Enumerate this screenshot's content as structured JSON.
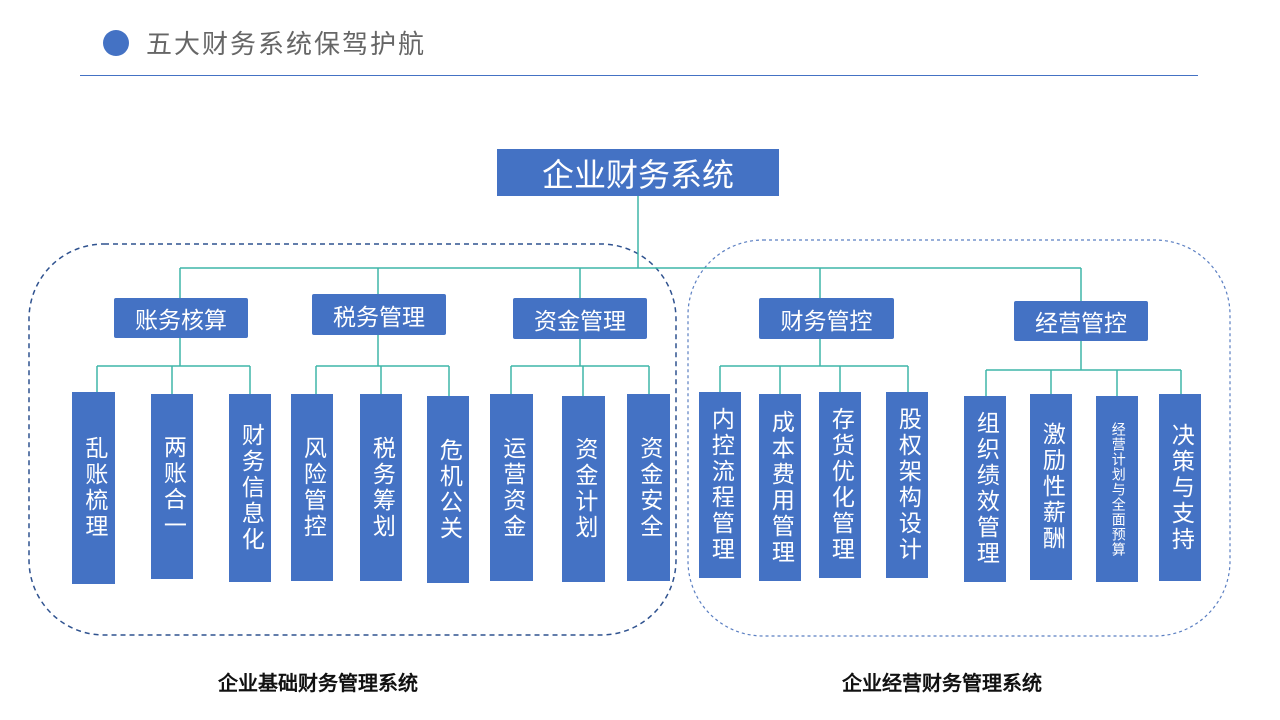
{
  "header": {
    "title": "五大财务系统保驾护航"
  },
  "diagram": {
    "root": "企业财务系统",
    "groups": [
      {
        "label": "企业基础财务管理系统",
        "categories": [
          {
            "label": "账务核算",
            "items": [
              "乱账梳理",
              "两账合一",
              "财务信息化"
            ]
          },
          {
            "label": "税务管理",
            "items": [
              "风险管控",
              "税务筹划",
              "危机公关"
            ]
          },
          {
            "label": "资金管理",
            "items": [
              "运营资金",
              "资金计划",
              "资金安全"
            ]
          }
        ]
      },
      {
        "label": "企业经营财务管理系统",
        "categories": [
          {
            "label": "财务管控",
            "items": [
              "内控流程管理",
              "成本费用管理",
              "存货优化管理",
              "股权架构设计"
            ]
          },
          {
            "label": "经营管控",
            "items": [
              "组织绩效管理",
              "激励性薪酬",
              "经营计划与全面预算",
              "决策与支持"
            ]
          }
        ]
      }
    ]
  },
  "colors": {
    "box": "#4472c4",
    "connector": "#3fb5a8",
    "rule": "#4472c4",
    "frame": "#2f528f"
  }
}
